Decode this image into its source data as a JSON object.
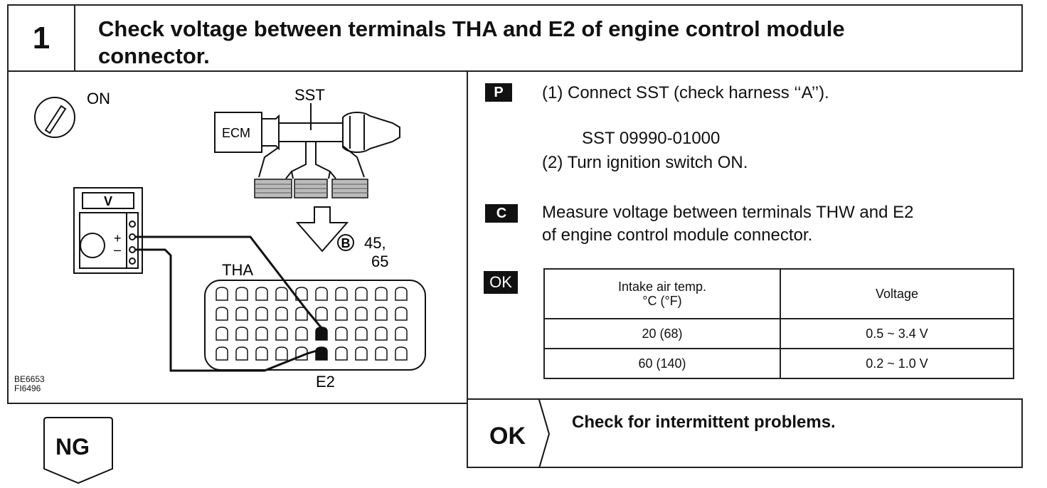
{
  "header": {
    "step_number": "1",
    "title_line1": "Check voltage between terminals THA and E2 of engine control module",
    "title_line2": "connector."
  },
  "diagram": {
    "ignition_label": "ON",
    "sst_label": "SST",
    "ecm_label": "ECM",
    "meter_label": "V",
    "plus_sign": "+",
    "minus_sign": "–",
    "connector_code": "B",
    "pins_line1": "45,",
    "pins_line2": "65",
    "tha_label": "THA",
    "e2_label": "E2",
    "fig_code_1": "BE6653",
    "fig_code_2": "FI6496"
  },
  "instructions": {
    "prep_badge": "P",
    "step1": "(1)  Connect SST (check harness ‘‘A’’).",
    "sst_number": "SST 09990-01000",
    "step2": "(2)  Turn ignition switch ON.",
    "check_badge": "C",
    "measure_line1": "Measure voltage between terminals THW and E2",
    "measure_line2": "of engine control module connector.",
    "ok_badge": "OK"
  },
  "table": {
    "col1_header_line1": "Intake air temp.",
    "col1_header_line2": "°C (°F)",
    "col2_header": "Voltage",
    "rows": [
      {
        "temp": "20 (68)",
        "voltage": "0.5 ~ 3.4 V"
      },
      {
        "temp": "60 (140)",
        "voltage": "0.2 ~ 1.0 V"
      }
    ]
  },
  "result": {
    "ok_label": "OK",
    "text": "Check for intermittent problems."
  },
  "ng": {
    "label": "NG"
  }
}
